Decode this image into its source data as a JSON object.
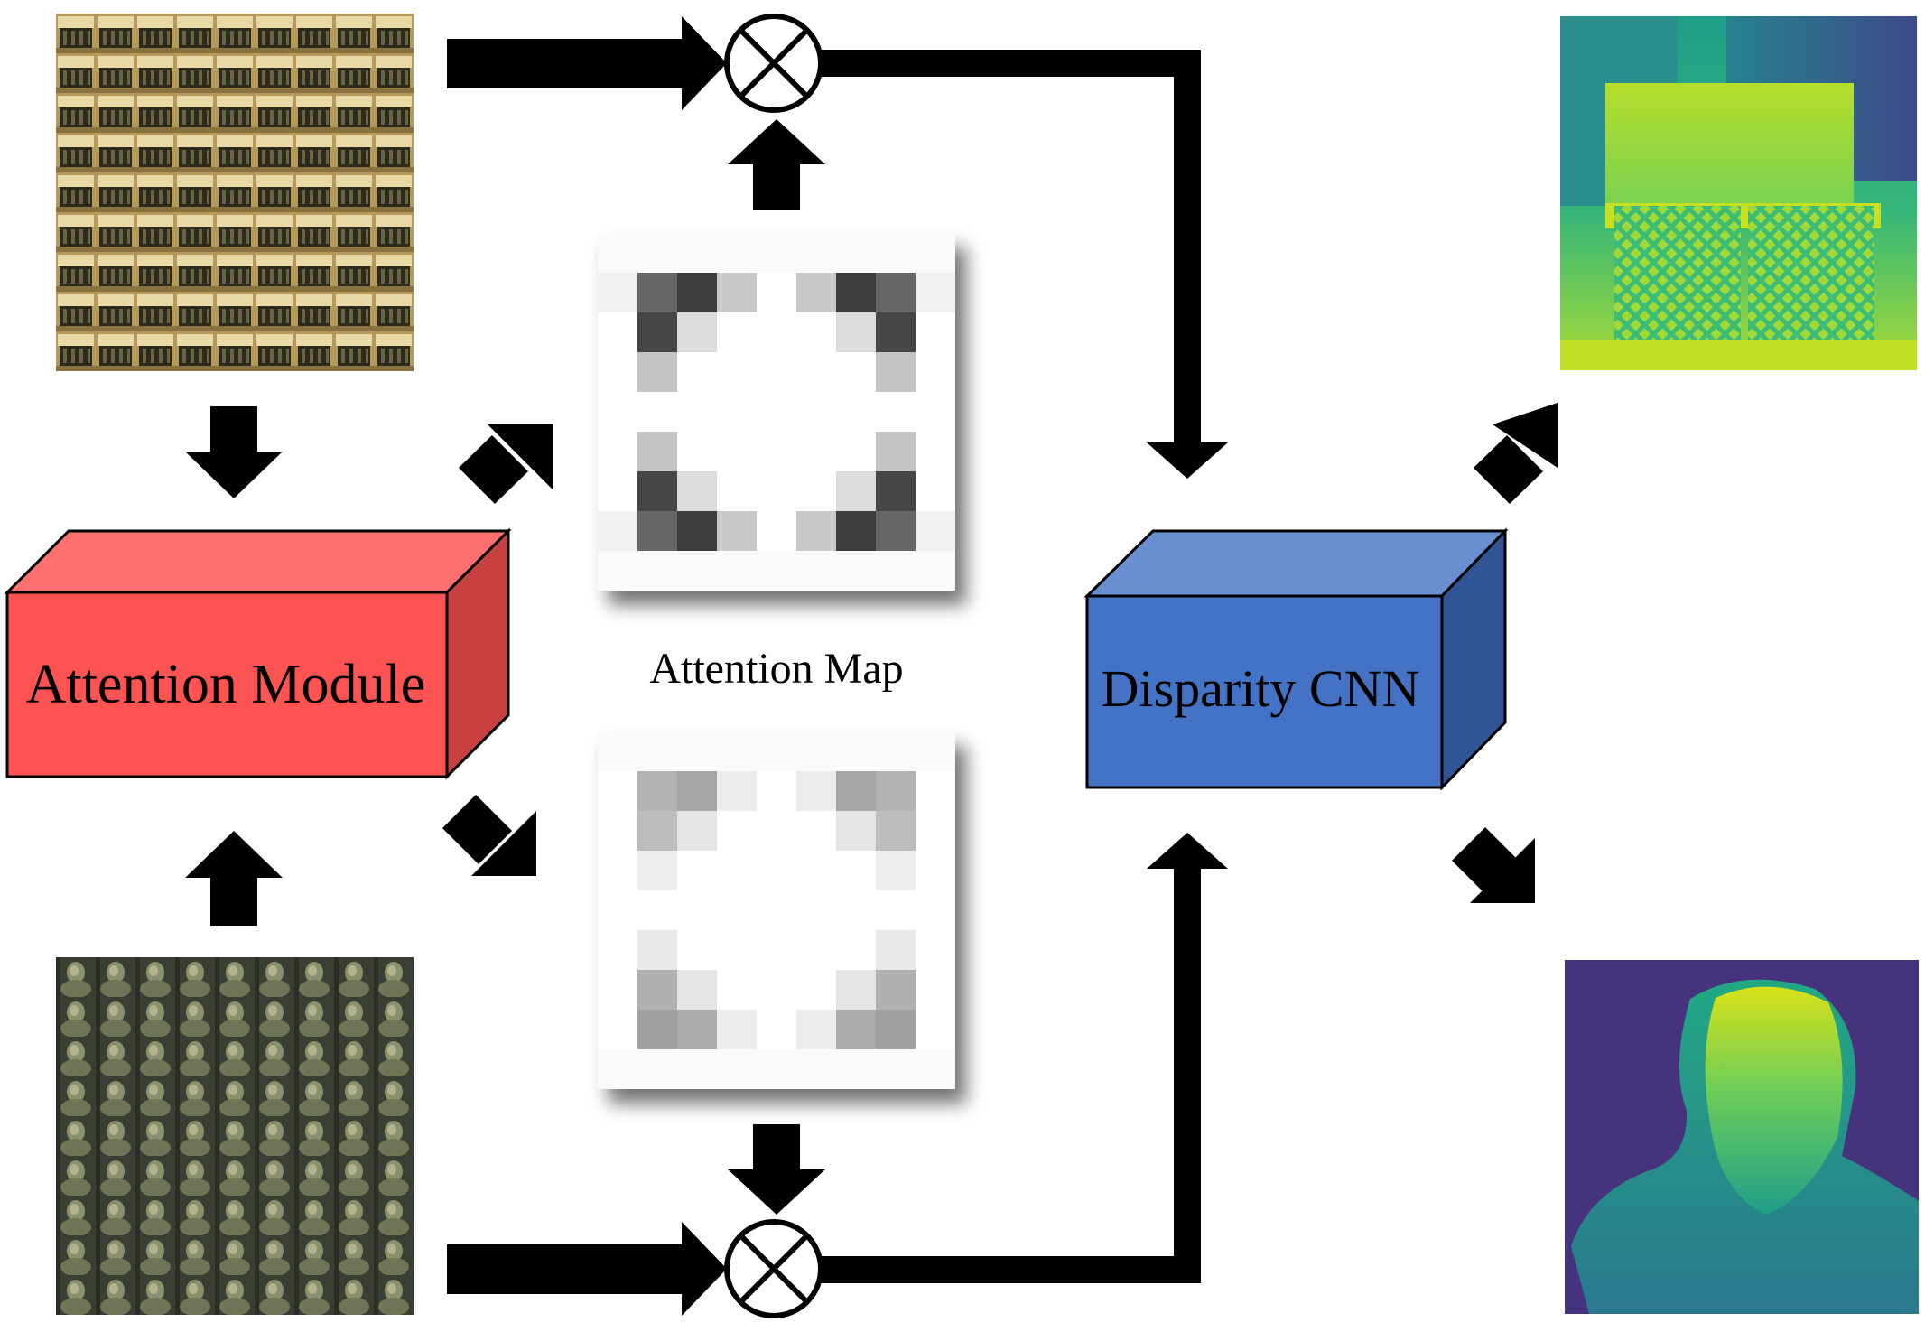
{
  "diagram": {
    "attention_module_label": "Attention Module",
    "attention_map_label": "Attention Map",
    "disparity_cnn_label": "Disparity CNN"
  },
  "colors": {
    "attention_front": "#fe5353",
    "attention_top": "#ff7070",
    "attention_side": "#c94040",
    "cnn_front": "#4472c4",
    "cnn_top": "#6a8fd1",
    "cnn_side": "#2f5597",
    "arrow": "#000000"
  },
  "icons": {
    "multiply_node": "circle-times-icon",
    "tiled_input_top": "tiled-crate-light-field-icon",
    "tiled_input_bottom": "tiled-statue-light-field-icon",
    "disparity_output_top": "crate-disparity-map-icon",
    "disparity_output_bottom": "statue-disparity-map-icon"
  }
}
